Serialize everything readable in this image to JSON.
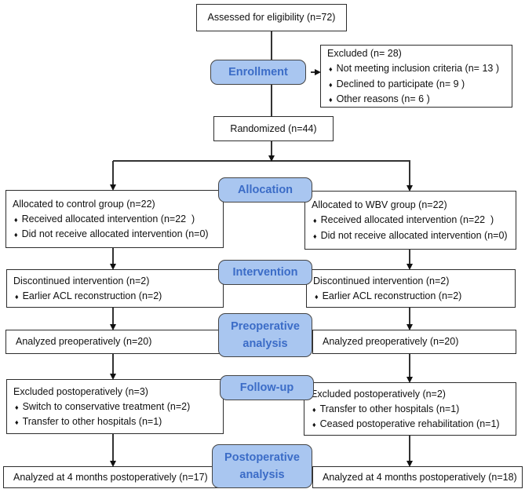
{
  "glyphs": {
    "bullet": "♦"
  },
  "stages": {
    "enrollment": "Enrollment",
    "allocation": "Allocation",
    "intervention": "Intervention",
    "preoperative": {
      "line1": "Preoperative",
      "line2": "analysis"
    },
    "followup": "Follow-up",
    "postoperative": {
      "line1": "Postoperative",
      "line2": "analysis"
    }
  },
  "boxes": {
    "assessed": {
      "text": "Assessed for eligibility (n=72)"
    },
    "excluded_enrollment": {
      "title": "Excluded (n= 28)",
      "items": [
        "Not meeting inclusion criteria (n= 13 )",
        "Declined to participate (n= 9 )",
        "Other reasons (n= 6 )"
      ]
    },
    "randomized": {
      "text": "Randomized (n=44)"
    },
    "allocation_left": {
      "title": "Allocated to control group (n=22)",
      "items": [
        "Received allocated intervention (n=22  )",
        "Did not receive allocated intervention (n=0)"
      ]
    },
    "allocation_right": {
      "title": "Allocated to WBV group (n=22)",
      "items": [
        "Received allocated intervention (n=22  )",
        "Did not receive allocated intervention (n=0)"
      ]
    },
    "intervention_left": {
      "title": "Discontinued intervention (n=2)",
      "items": [
        "Earlier ACL reconstruction (n=2)"
      ]
    },
    "intervention_right": {
      "title": "Discontinued intervention (n=2)",
      "items": [
        "Earlier ACL reconstruction (n=2)"
      ]
    },
    "preop_left": {
      "text": "Analyzed preoperatively (n=20)"
    },
    "preop_right": {
      "text": "Analyzed preoperatively (n=20)"
    },
    "followup_left": {
      "title": "Excluded postoperatively (n=3)",
      "items": [
        "Switch to conservative treatment (n=2)",
        "Transfer to other hospitals (n=1)"
      ]
    },
    "followup_right": {
      "title": "Excluded postoperatively (n=2)",
      "items": [
        "Transfer to other hospitals (n=1)",
        "Ceased postoperative rehabilitation (n=1)"
      ]
    },
    "postop_left": {
      "text": "Analyzed at 4 months postoperatively (n=17)"
    },
    "postop_right": {
      "text": "Analyzed at 4 months postoperatively (n=18)"
    }
  },
  "colors": {
    "stage_fill": "#A9C6F0",
    "stage_text": "#3B6CC7",
    "stage_border": "#444444",
    "box_border": "#2D2D2D",
    "line": "#333333"
  }
}
